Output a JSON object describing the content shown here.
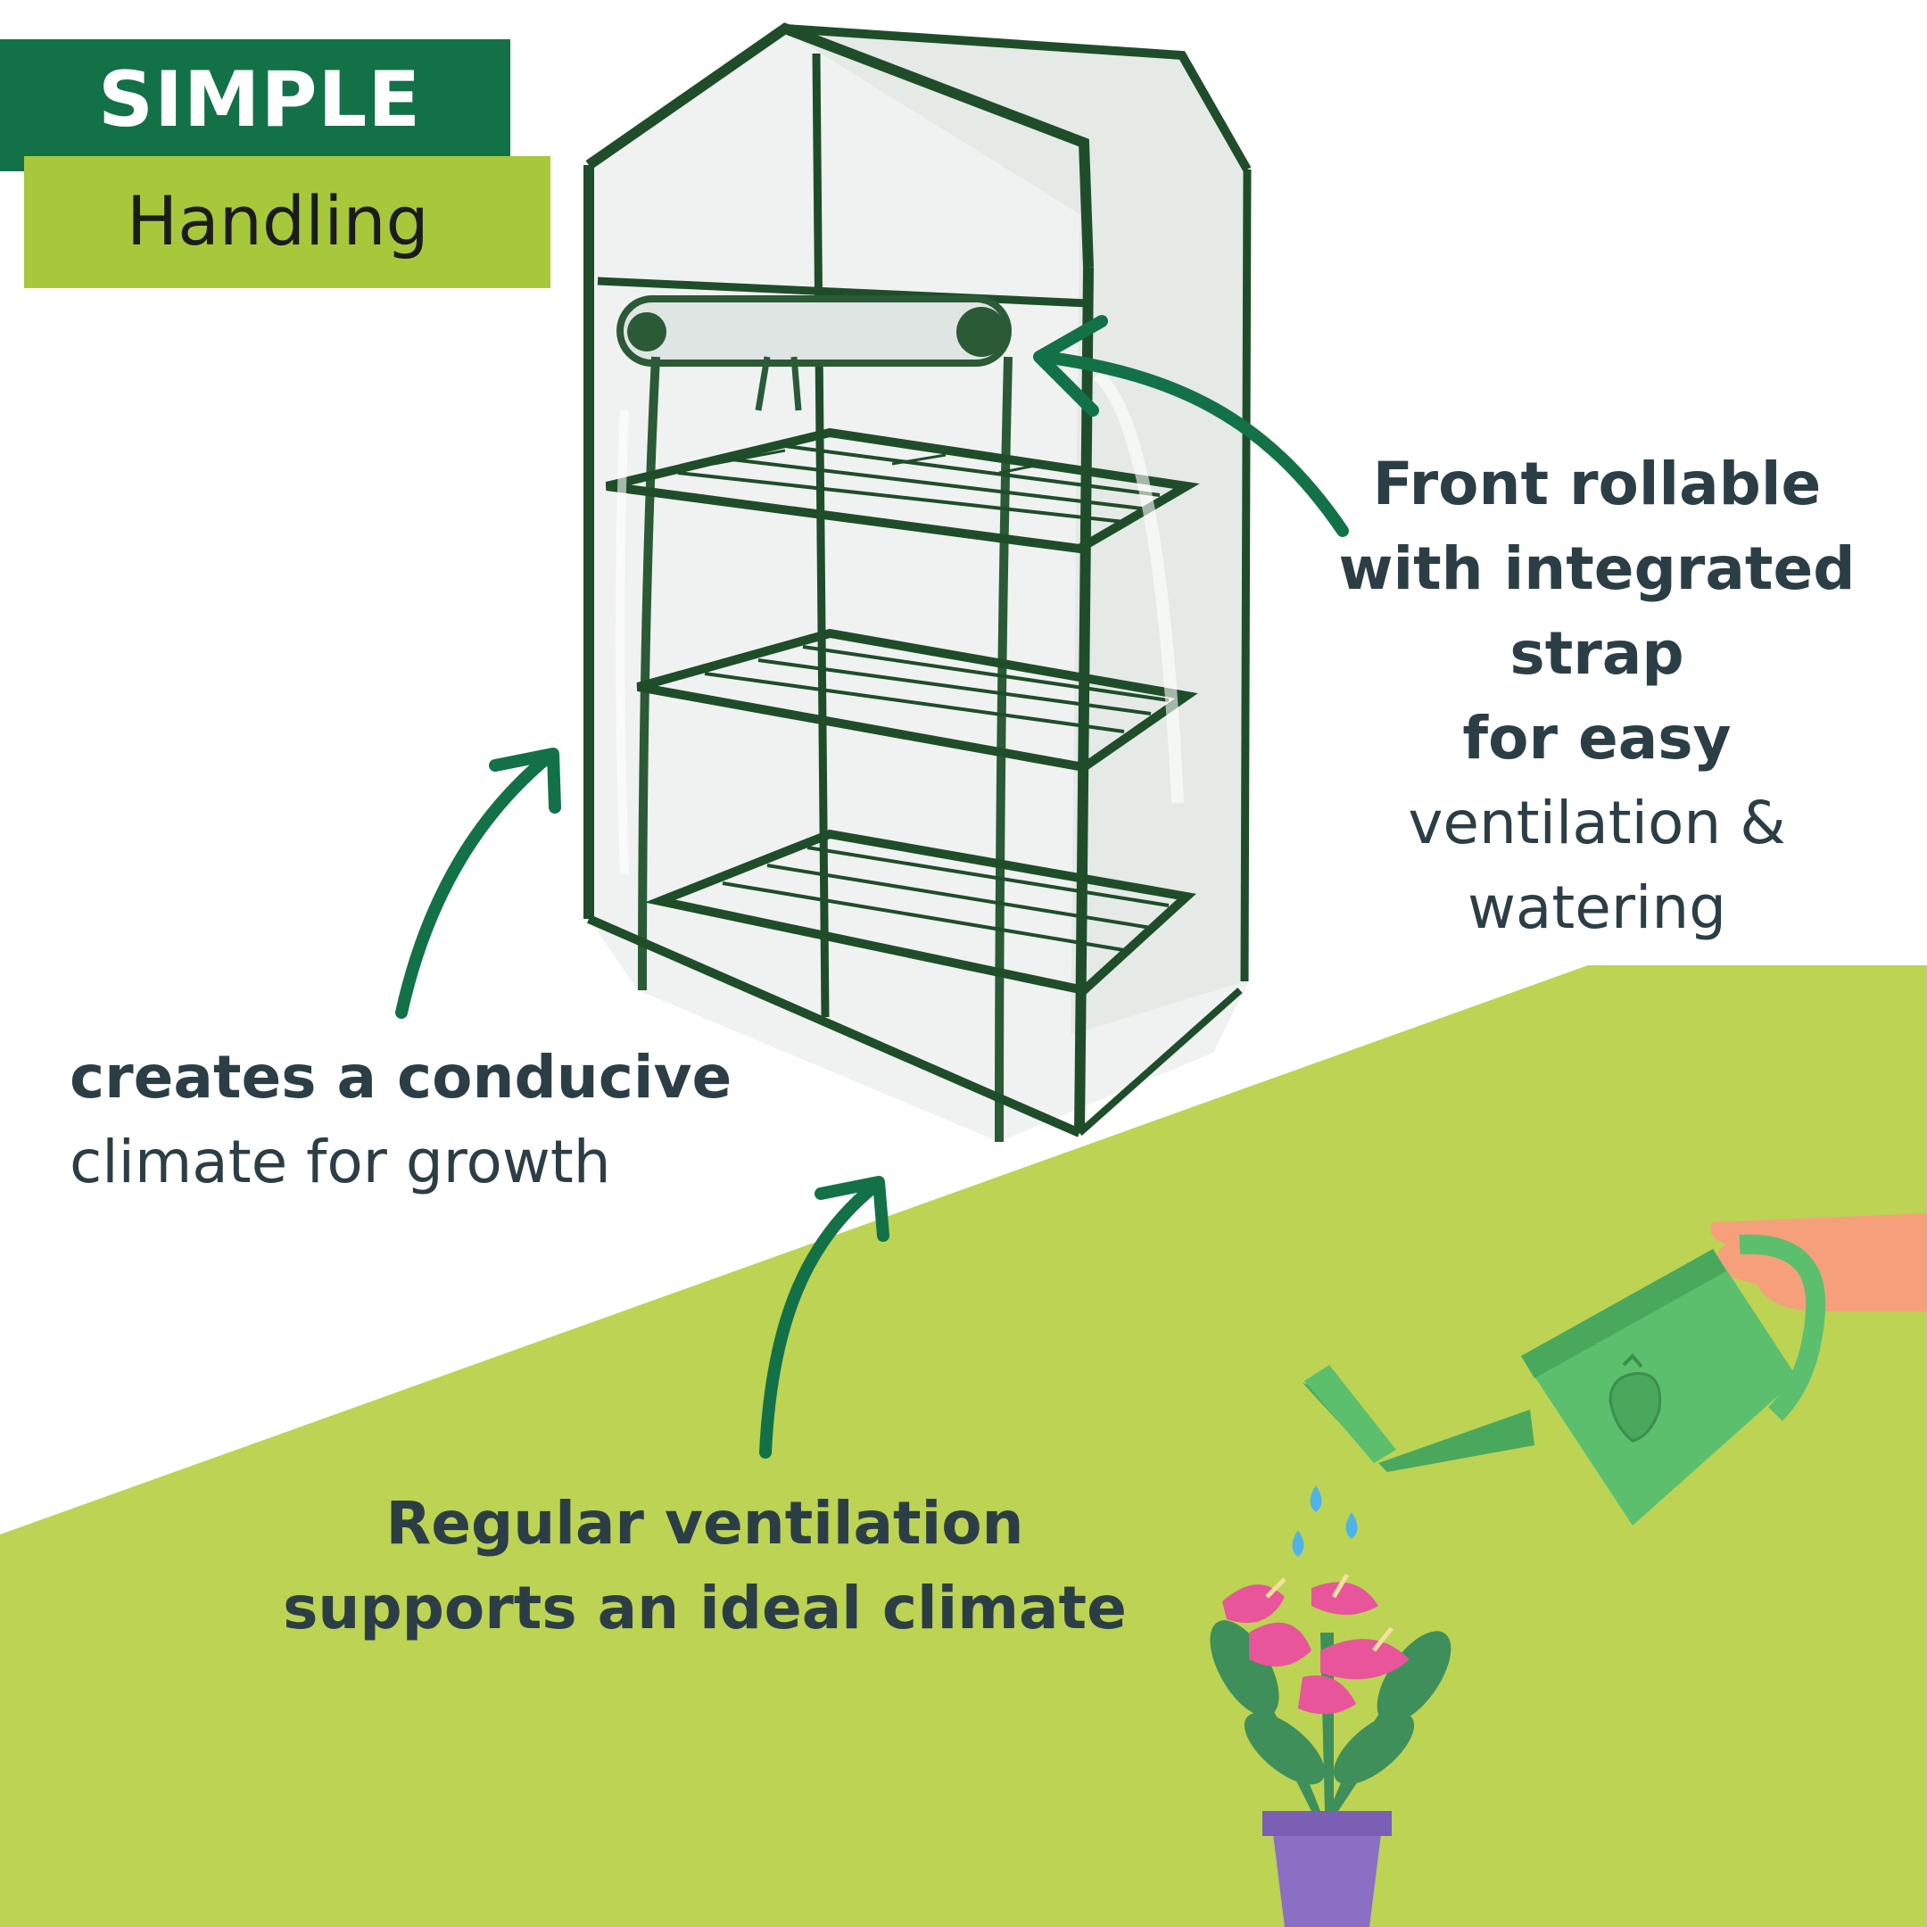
{
  "badge": {
    "top_label": "SIMPLE",
    "bottom_label": "Handling"
  },
  "callouts": {
    "front_rollable": {
      "bold_lines": [
        "Front rollable",
        "with integrated",
        "strap",
        "for easy"
      ],
      "regular_lines": [
        "ventilation &",
        "watering"
      ]
    },
    "climate": {
      "bold_line": "creates a conducive",
      "regular_line": "climate for growth"
    },
    "ventilation": {
      "lines": [
        "Regular ventilation",
        "supports an ideal climate"
      ]
    }
  },
  "colors": {
    "dark_green": "#137148",
    "lime_green": "#a8c83c",
    "background_green": "#bcd354",
    "text_dark": "#2c3e45",
    "frame_green": "#1f4d2a",
    "can_green": "#5bbf6e",
    "flower_pink": "#e8559b",
    "pot_purple": "#8a6fc4",
    "hand_skin": "#f5a07a"
  },
  "icons": [
    "greenhouse-image",
    "arrow-icon",
    "watering-can-icon",
    "hand-icon",
    "strawberry-icon",
    "flower-plant-icon",
    "water-drop-icon"
  ]
}
